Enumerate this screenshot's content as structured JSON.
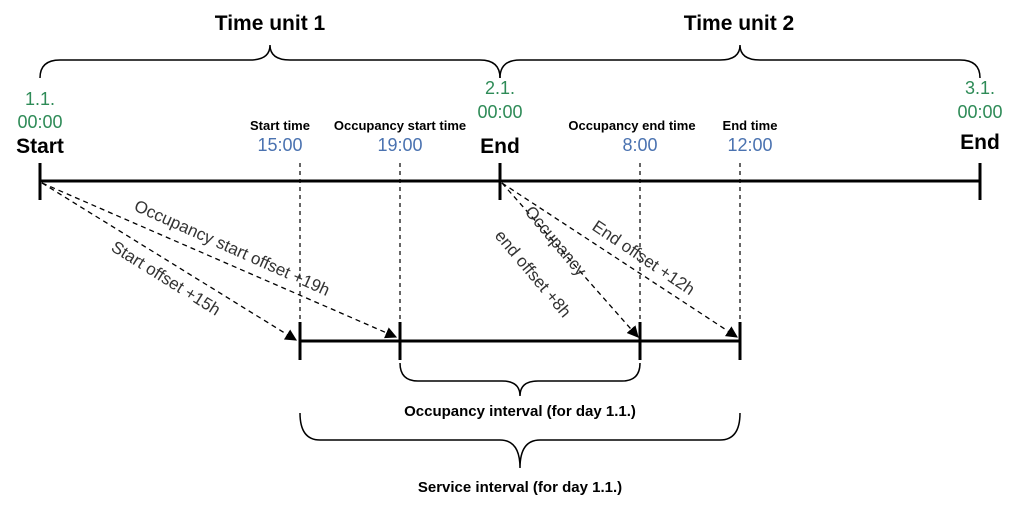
{
  "time_units": {
    "unit1": "Time unit 1",
    "unit2": "Time unit 2"
  },
  "dates": {
    "d1_date": "1.1.",
    "d1_time": "00:00",
    "d2_date": "2.1.",
    "d2_time": "00:00",
    "d3_date": "3.1.",
    "d3_time": "00:00"
  },
  "markers": {
    "start": "Start",
    "end1": "End",
    "end2": "End"
  },
  "events": {
    "start_time_label": "Start time",
    "start_time_value": "15:00",
    "occ_start_label": "Occupancy start time",
    "occ_start_value": "19:00",
    "occ_end_label": "Occupancy end time",
    "occ_end_value": "8:00",
    "end_time_label": "End time",
    "end_time_value": "12:00"
  },
  "offsets": {
    "start_offset": "Start offset +15h",
    "occ_start_offset": "Occupancy start offset +19h",
    "occ_end_offset_line1": "Occupancy",
    "occ_end_offset_line2": "end offset +8h",
    "end_offset": "End offset +12h"
  },
  "intervals": {
    "occupancy": "Occupancy interval (for day 1.1.)",
    "service": "Service interval (for day 1.1.)"
  },
  "colors": {
    "date_green": "#2e8b57",
    "time_blue": "#4a72b0"
  }
}
